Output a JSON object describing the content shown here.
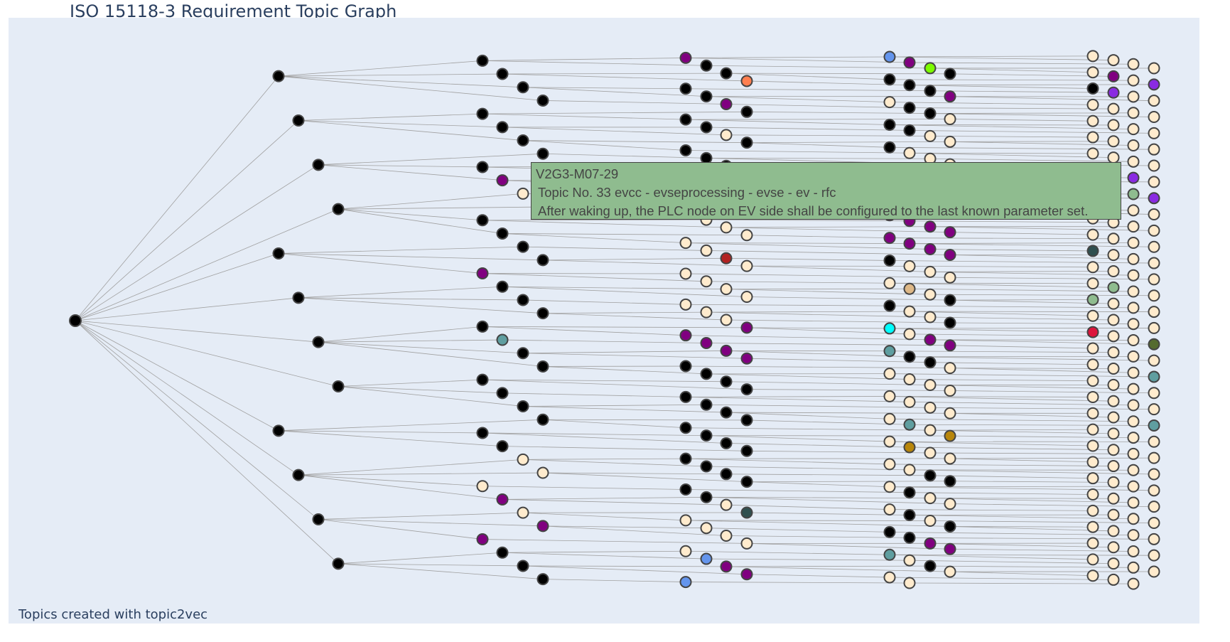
{
  "title": "ISO 15118-3 Requirement Topic Graph",
  "annotation": "Topics created with topic2vec",
  "tooltip": {
    "requirement_id": "V2G3-M07-29",
    "topic_line": "Topic No. 33  evcc - evseprocessing - evse - ev - rfc",
    "text": "After waking up, the PLC node on EV side shall be configured to the last known parameter set."
  },
  "colors": {
    "background": "#e5ecf6",
    "edge": "#a0a0a0",
    "node_stroke": "#444444",
    "tooltip_bg": "#8fbc8f",
    "title": "#2a3f5f"
  },
  "node_colors": {
    "k": "#000000",
    "w": "#ffebcd",
    "p": "#800080",
    "b": "#6495ed",
    "o": "#ff7f50",
    "l": "#7cfc00",
    "t": "#5f9ea0",
    "r": "#b22222",
    "v": "#8a2be2",
    "g": "#8fbc8f",
    "s": "#2f4f4f",
    "c": "#00ffff",
    "d": "#d2691e",
    "n": "#deb887",
    "y": "#b8860b",
    "m": "#dc143c",
    "f": "#556b2f"
  },
  "columns": [
    {
      "id": "L0",
      "xs": [
        106
      ],
      "nodes": [
        "k"
      ]
    },
    {
      "id": "L1",
      "xs": [
        392,
        420,
        448,
        476
      ],
      "nodes": [
        "k",
        "k",
        "k",
        "k",
        "k",
        "k",
        "k",
        "k",
        "k",
        "k",
        "k",
        "k"
      ]
    },
    {
      "id": "L2",
      "xs": [
        679,
        707,
        736,
        764
      ],
      "nodes": [
        "k",
        "k",
        "k",
        "k",
        "k",
        "k",
        "k",
        "k",
        "k",
        "p",
        "w",
        "w",
        "k",
        "k",
        "k",
        "k",
        "p",
        "k",
        "k",
        "k",
        "k",
        "t",
        "k",
        "k",
        "k",
        "k",
        "k",
        "k",
        "k",
        "k",
        "w",
        "w",
        "w",
        "p",
        "w",
        "p",
        "p",
        "k",
        "k",
        "k"
      ]
    },
    {
      "id": "L3",
      "xs": [
        965,
        994,
        1022,
        1051
      ],
      "nodes": [
        "p",
        "k",
        "k",
        "o",
        "k",
        "k",
        "p",
        "k",
        "k",
        "k",
        "w",
        "k",
        "k",
        "k",
        "k",
        "w",
        "w",
        "w",
        "w",
        "w",
        "w",
        "w",
        "w",
        "w",
        "w",
        "w",
        "r",
        "w",
        "w",
        "w",
        "w",
        "w",
        "w",
        "w",
        "w",
        "p",
        "p",
        "p",
        "p",
        "p",
        "k",
        "k",
        "k",
        "k",
        "k",
        "k",
        "k",
        "k",
        "k",
        "k",
        "k",
        "k",
        "k",
        "k",
        "k",
        "k",
        "k",
        "k",
        "w",
        "s",
        "w",
        "w",
        "w",
        "w",
        "w",
        "b",
        "p",
        "p",
        "b"
      ]
    },
    {
      "id": "L4",
      "xs": [
        1252,
        1280,
        1309,
        1337
      ],
      "nodes": [
        "b",
        "p",
        "l",
        "k",
        "k",
        "k",
        "k",
        "p",
        "w",
        "k",
        "k",
        "w",
        "k",
        "k",
        "w",
        "w",
        "k",
        "w",
        "w",
        "w",
        "w",
        "w",
        "w",
        "w",
        "w",
        "w",
        "w",
        "w",
        "p",
        "p",
        "p",
        "p",
        "p",
        "p",
        "p",
        "p",
        "k",
        "w",
        "w",
        "w",
        "w",
        "n",
        "w",
        "k",
        "k",
        "w",
        "w",
        "k",
        "c",
        "w",
        "p",
        "p",
        "t",
        "k",
        "k",
        "w",
        "w",
        "w",
        "w",
        "w",
        "w",
        "w",
        "w",
        "w",
        "w",
        "t",
        "w",
        "y",
        "w",
        "y",
        "w",
        "w",
        "w",
        "w",
        "k",
        "k",
        "w",
        "k",
        "w",
        "w",
        "w",
        "k",
        "w",
        "k",
        "k",
        "k",
        "p",
        "p",
        "t",
        "w",
        "k",
        "w",
        "w",
        "w"
      ]
    },
    {
      "id": "L5",
      "xs": [
        1538,
        1567,
        1595,
        1624
      ],
      "nodes": [
        "w",
        "w",
        "w",
        "w",
        "w",
        "p",
        "w",
        "v",
        "k",
        "v",
        "w",
        "w",
        "w",
        "w",
        "w",
        "w",
        "w",
        "w",
        "w",
        "w",
        "w",
        "w",
        "w",
        "w",
        "w",
        "w",
        "w",
        "w",
        "w",
        "w",
        "v",
        "w",
        "w",
        "w",
        "g",
        "v",
        "w",
        "w",
        "w",
        "w",
        "w",
        "w",
        "w",
        "w",
        "w",
        "w",
        "w",
        "w",
        "s",
        "w",
        "w",
        "w",
        "w",
        "w",
        "w",
        "w",
        "w",
        "g",
        "w",
        "w",
        "g",
        "w",
        "w",
        "w",
        "w",
        "w",
        "w",
        "w",
        "m",
        "w",
        "w",
        "f",
        "w",
        "w",
        "w",
        "w",
        "w",
        "w",
        "w",
        "t",
        "w",
        "w",
        "w",
        "w",
        "w",
        "w",
        "w",
        "w",
        "w",
        "w",
        "w",
        "t",
        "w",
        "w",
        "w",
        "w",
        "w",
        "w",
        "w",
        "w",
        "w",
        "w",
        "w",
        "w",
        "w",
        "w",
        "w",
        "w",
        "w",
        "w",
        "w",
        "w",
        "w",
        "w",
        "w",
        "w",
        "w",
        "w",
        "w",
        "w",
        "w",
        "w",
        "w",
        "w",
        "w",
        "w",
        "w",
        "w",
        "w",
        "w",
        "w"
      ]
    }
  ]
}
